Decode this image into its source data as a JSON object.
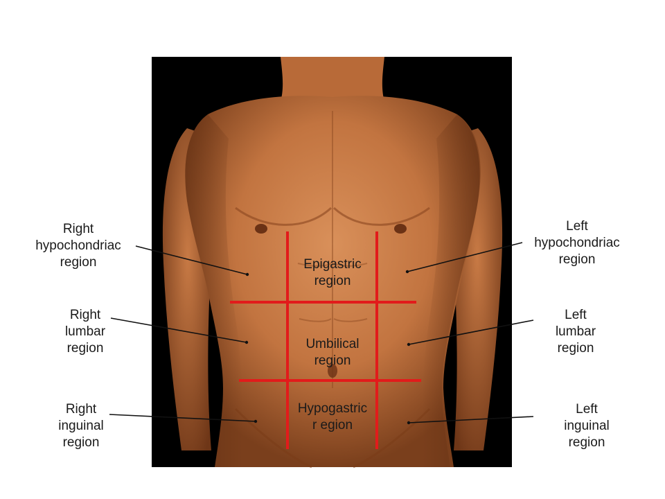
{
  "figure": {
    "background": "#ffffff",
    "photo_background": "#000000",
    "grid_color": "#e21b1b",
    "leader_color": "#111111"
  },
  "regions": {
    "right_hypochondriac": [
      "Right",
      "hypochondriac",
      "region"
    ],
    "right_lumbar": [
      "Right",
      "lumbar",
      "region"
    ],
    "right_inguinal": [
      "Right",
      "inguinal",
      "region"
    ],
    "left_hypochondriac": [
      "Left",
      "hypochondriac",
      "region"
    ],
    "left_lumbar": [
      "Left",
      "lumbar",
      "region"
    ],
    "left_inguinal": [
      "Left",
      "inguinal",
      "region"
    ],
    "epigastric": [
      "Epigastric",
      "region"
    ],
    "umbilical": [
      "Umbilical",
      "region"
    ],
    "hypogastric": [
      "Hypogastric",
      "r egion"
    ]
  }
}
